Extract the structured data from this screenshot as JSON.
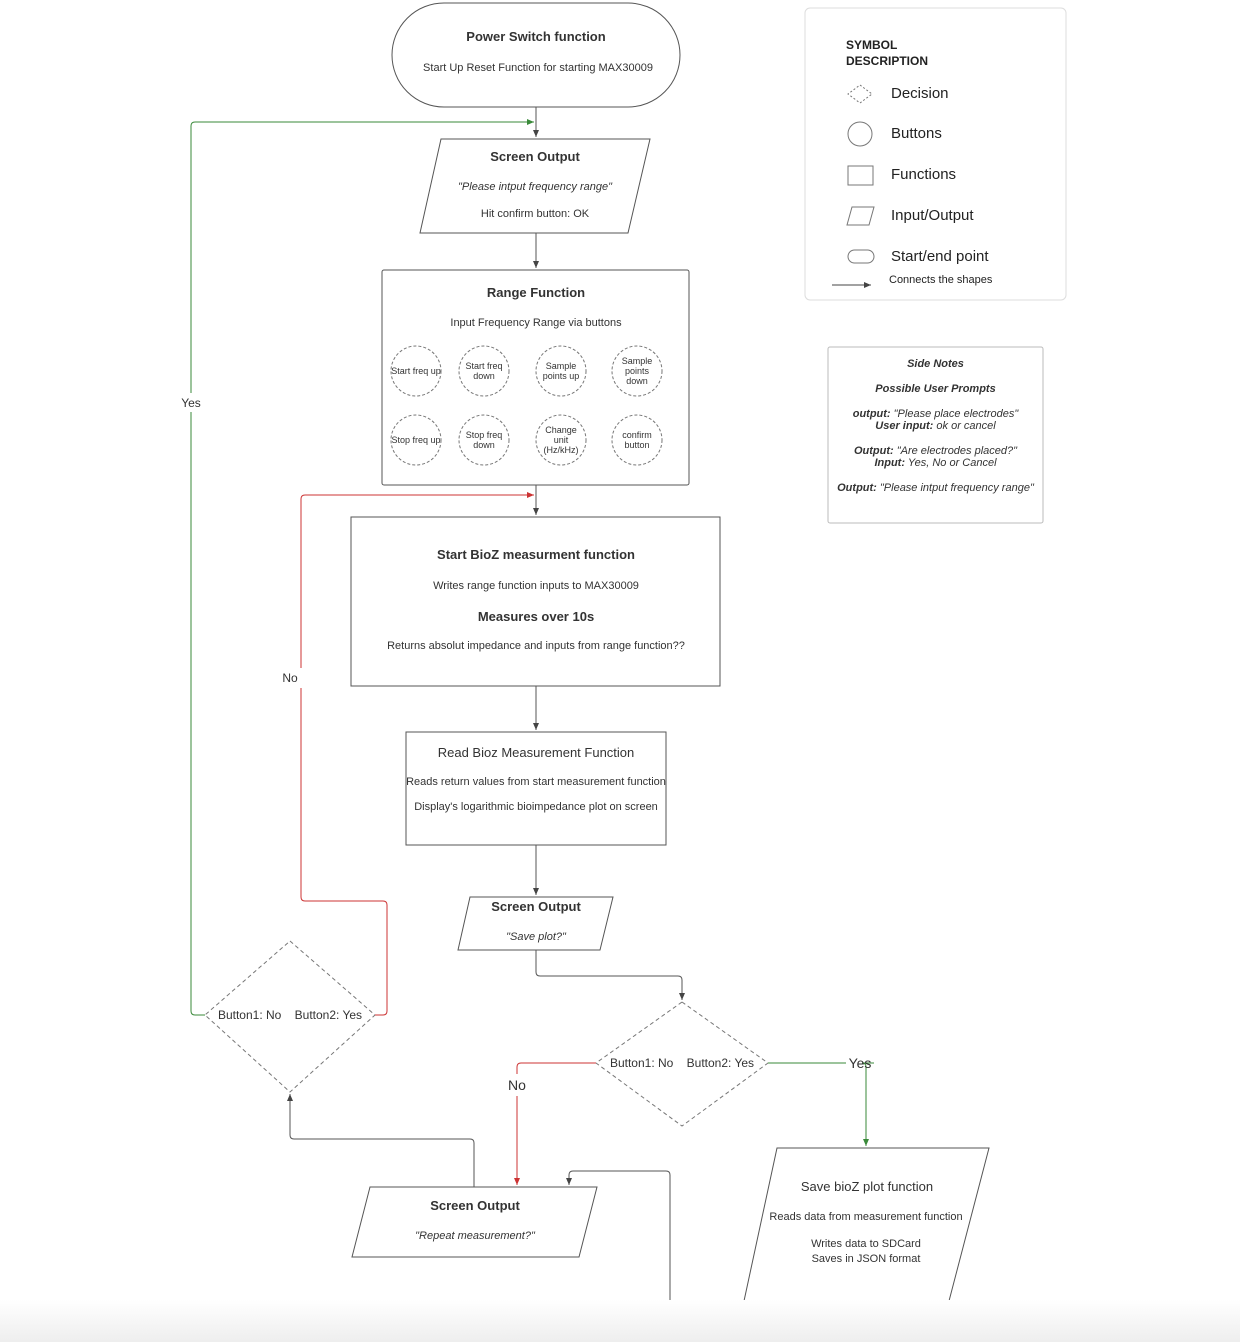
{
  "start": {
    "title": "Power Switch function",
    "subtitle": "Start Up Reset Function for starting MAX30009"
  },
  "screen1": {
    "title": "Screen Output",
    "prompt": "\"Please intput frequency range\"",
    "hint": "Hit confirm button: OK"
  },
  "range": {
    "title": "Range Function",
    "subtitle": "Input Frequency Range via buttons",
    "buttons": [
      "Start freq up",
      "Start freq down",
      "Sample points up",
      "Sample points down",
      "Stop freq up",
      "Stop freq down",
      "Change unit (Hz/kHz)",
      "confirm button"
    ]
  },
  "bioz": {
    "title": "Start BioZ measurment function",
    "line1": "Writes range function inputs to MAX30009",
    "line2": "Measures over 10s",
    "line3": "Returns absolut impedance and inputs from range function??"
  },
  "read": {
    "title": "Read Bioz Measurement Function",
    "line1": "Reads return values from start measurement function",
    "line2": "Display's logarithmic bioimpedance plot on screen"
  },
  "screen2": {
    "title": "Screen Output",
    "prompt": "\"Save plot?\""
  },
  "decision_save": {
    "label": "Button1: No    Button2: Yes",
    "no": "No",
    "yes": "Yes"
  },
  "save": {
    "title": "Save bioZ plot function",
    "line1": "Reads data from measurement function",
    "line2": "Writes data to SDCard",
    "line3": "Saves in JSON format"
  },
  "screen3": {
    "title": "Screen Output",
    "prompt": "\"Repeat measurement?\""
  },
  "decision_repeat": {
    "label": "Button1: No    Button2: Yes",
    "yes": "Yes",
    "no": "No"
  },
  "legend": {
    "title_line1": "SYMBOL",
    "title_line2": "DESCRIPTION",
    "items": [
      "Decision",
      "Buttons",
      "Functions",
      "Input/Output",
      "Start/end point"
    ],
    "connector": "Connects the shapes"
  },
  "notes": {
    "title": "Side Notes",
    "subtitle": "Possible User Prompts",
    "l1_label": "output:",
    "l1_text": " \"Please place electrodes\"",
    "l2_label": "User input:",
    "l2_text": " ok or cancel",
    "l3_label": "Output:",
    "l3_text": " \"Are electrodes placed?\"",
    "l4_label": "Input:",
    "l4_text": " Yes, No or Cancel",
    "l5_label": "Output:",
    "l5_text": " \"Please intput frequency range\""
  },
  "colors": {
    "stroke": "#555555",
    "green": "#3a8a3a",
    "red": "#cc3333",
    "dashed": "#777777"
  }
}
